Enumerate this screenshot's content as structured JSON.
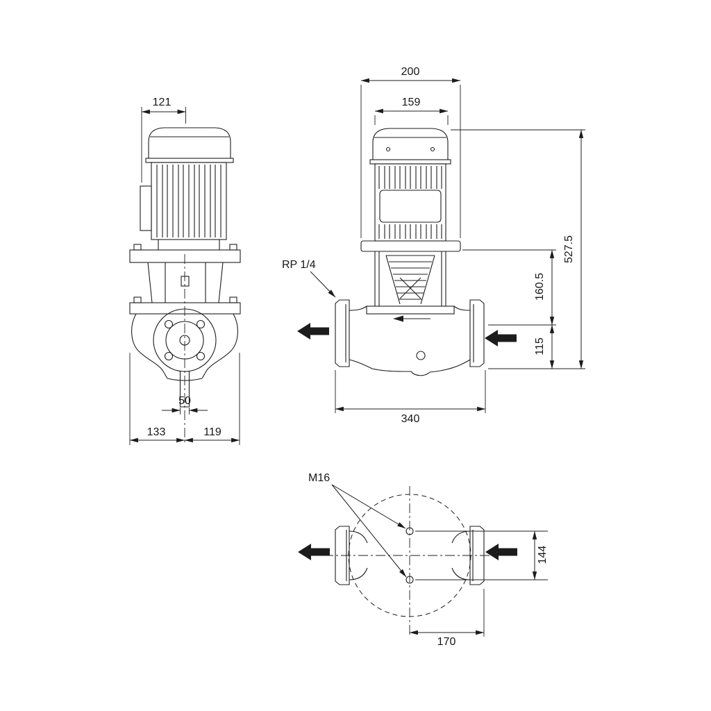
{
  "colors": {
    "ink": "#1c1c1c",
    "background": "#ffffff"
  },
  "drawing": {
    "side_view": {
      "dim_motor_to_center": "121",
      "dim_port_bore": "50",
      "dim_center_to_left": "133",
      "dim_center_to_right": "119"
    },
    "front_view": {
      "dim_fan_cover_width": "200",
      "dim_motor_body_width": "159",
      "dim_total_height": "527.5",
      "dim_port_center_to_motor_flange": "160.5",
      "dim_base_to_port_center": "115",
      "dim_port_to_port_length": "340",
      "label_tapping": "RP 1/4"
    },
    "top_view": {
      "label_thread_size": "M16",
      "dim_hole_spacing": "144",
      "dim_center_to_flange_face": "170"
    }
  }
}
